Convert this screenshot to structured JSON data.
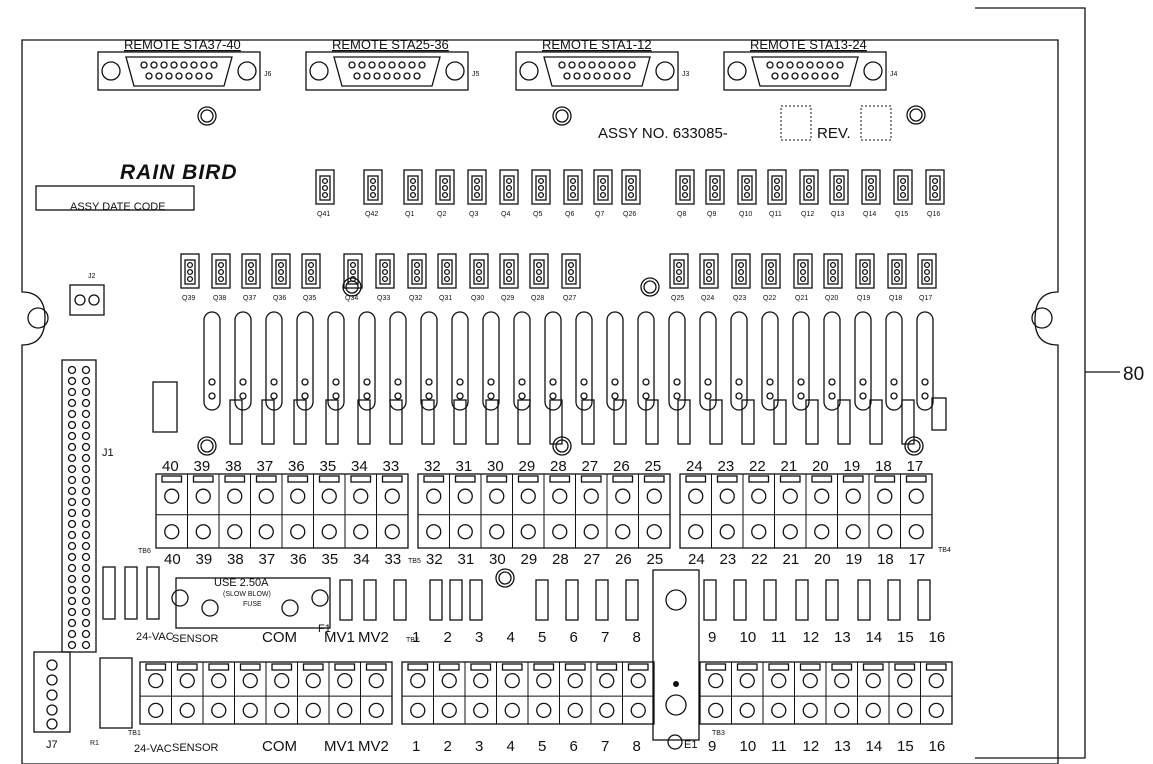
{
  "connectors": [
    {
      "title": "REMOTE STA37-40",
      "ref": "J6"
    },
    {
      "title": "REMOTE STA25-36",
      "ref": "J5"
    },
    {
      "title": "REMOTE STA1-12",
      "ref": "J3"
    },
    {
      "title": "REMOTE STA13-24",
      "ref": "J4"
    }
  ],
  "assy_no": "ASSY NO. 633085-",
  "rev": "REV.",
  "brand": "RAIN BIRD",
  "date_code": "ASSY DATE CODE",
  "callout": "80",
  "fuse": {
    "line1": "USE 2.50A",
    "line2": "(SLOW BLOW)",
    "line3": "FUSE",
    "ref": "F1"
  },
  "refs": {
    "j1": "J1",
    "j2": "J2",
    "j7": "J7",
    "r1": "R1",
    "e1": "E1",
    "tb1": "TB1",
    "tb2": "TB2",
    "tb3": "TB3",
    "tb4": "TB4",
    "tb5": "TB5",
    "tb6": "TB6"
  },
  "transistor_row1": [
    "Q41",
    "Q42",
    "Q1",
    "Q2",
    "Q3",
    "Q4",
    "Q5",
    "Q6",
    "Q7",
    "Q26",
    "Q8",
    "Q9",
    "Q10",
    "Q11",
    "Q12",
    "Q13",
    "Q14",
    "Q15",
    "Q16"
  ],
  "transistor_row2": [
    "Q39",
    "Q38",
    "Q37",
    "Q36",
    "Q35",
    "Q34",
    "Q33",
    "Q32",
    "Q31",
    "Q30",
    "Q29",
    "Q28",
    "Q27",
    "Q25",
    "Q24",
    "Q23",
    "Q22",
    "Q21",
    "Q20",
    "Q19",
    "Q18",
    "Q17"
  ],
  "upper_terminals_left": [
    "40",
    "39",
    "38",
    "37",
    "36",
    "35",
    "34",
    "33"
  ],
  "upper_terminals_mid": [
    "32",
    "31",
    "30",
    "29",
    "28",
    "27",
    "26",
    "25"
  ],
  "upper_terminals_right": [
    "24",
    "23",
    "22",
    "21",
    "20",
    "19",
    "18",
    "17"
  ],
  "lower_labels": {
    "vac": "24-VAC",
    "sensor": "SENSOR",
    "com": "COM",
    "mv1": "MV1",
    "mv2": "MV2"
  },
  "lower_stations_a": [
    "1",
    "2",
    "3",
    "4",
    "5",
    "6",
    "7",
    "8"
  ],
  "lower_stations_b": [
    "9",
    "10",
    "11",
    "12",
    "13",
    "14",
    "15",
    "16"
  ]
}
